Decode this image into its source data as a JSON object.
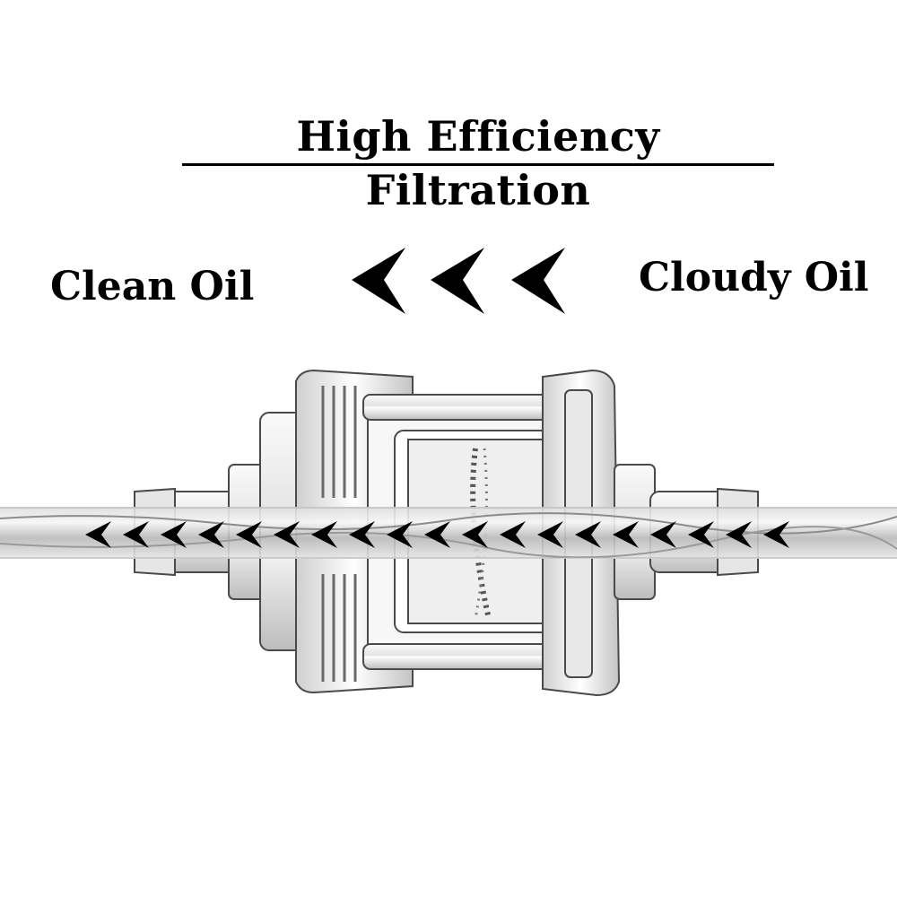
{
  "title": "High Efficiency Filtration",
  "labels": {
    "outlet": "Clean Oil",
    "inlet": "Cloudy Oil"
  },
  "icons": {
    "flow_direction": "arrow-left-chevron-icon",
    "device": "inline-oil-filter-icon"
  },
  "colors": {
    "ink": "#000000",
    "background": "#ffffff",
    "metal_light": "#f2f2f2",
    "metal_mid": "#c8c8c8",
    "metal_dark": "#8a8a8a"
  },
  "flow": {
    "direction": "right-to-left",
    "large_arrow_count": 3,
    "small_arrow_count": 19
  }
}
